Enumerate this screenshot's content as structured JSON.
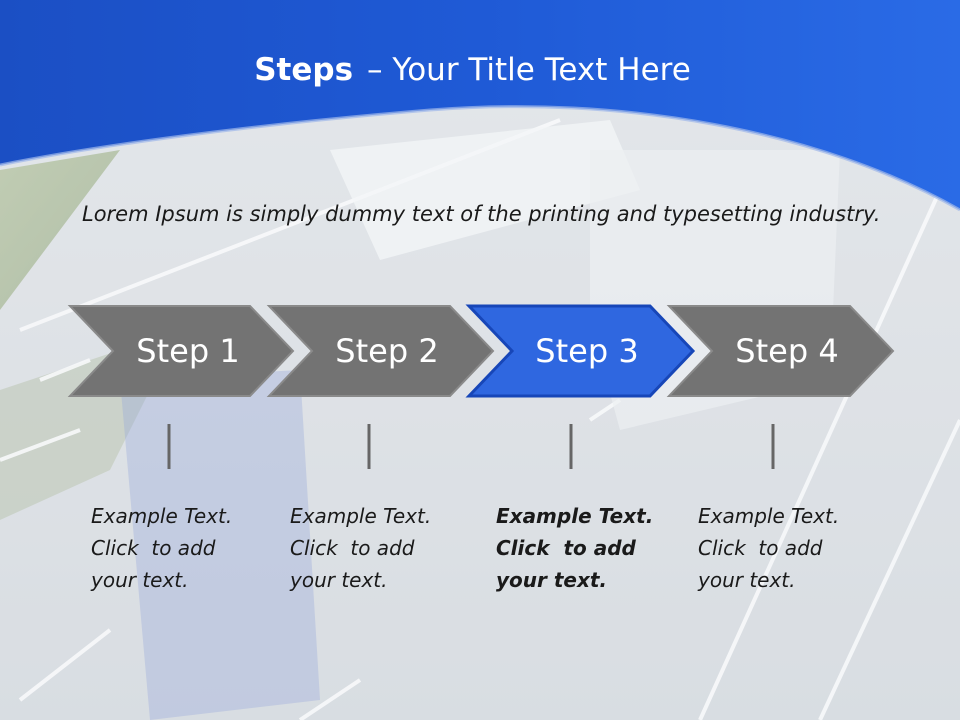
{
  "slide": {
    "title_bold": "Steps",
    "title_rest": "– Your Title Text Here",
    "lead_text": "Lorem Ipsum is simply dummy text of the printing and typesetting industry."
  },
  "steps": [
    {
      "label": "Step 1",
      "note_line1": "Example Text.",
      "note_line2": "Click  to add",
      "note_line3": "your text.",
      "active": false
    },
    {
      "label": "Step 2",
      "note_line1": "Example Text.",
      "note_line2": "Click  to add",
      "note_line3": "your text.",
      "active": false
    },
    {
      "label": "Step 3",
      "note_line1": "Example Text.",
      "note_line2": "Click  to add",
      "note_line3": "your text.",
      "active": true
    },
    {
      "label": "Step 4",
      "note_line1": "Example Text.",
      "note_line2": "Click  to add",
      "note_line3": "your text.",
      "active": false
    }
  ],
  "colors": {
    "header_blue": "#1f5fd8",
    "step_gray": "#737373",
    "step_active": "#2f67e0",
    "connector": "#666666"
  }
}
